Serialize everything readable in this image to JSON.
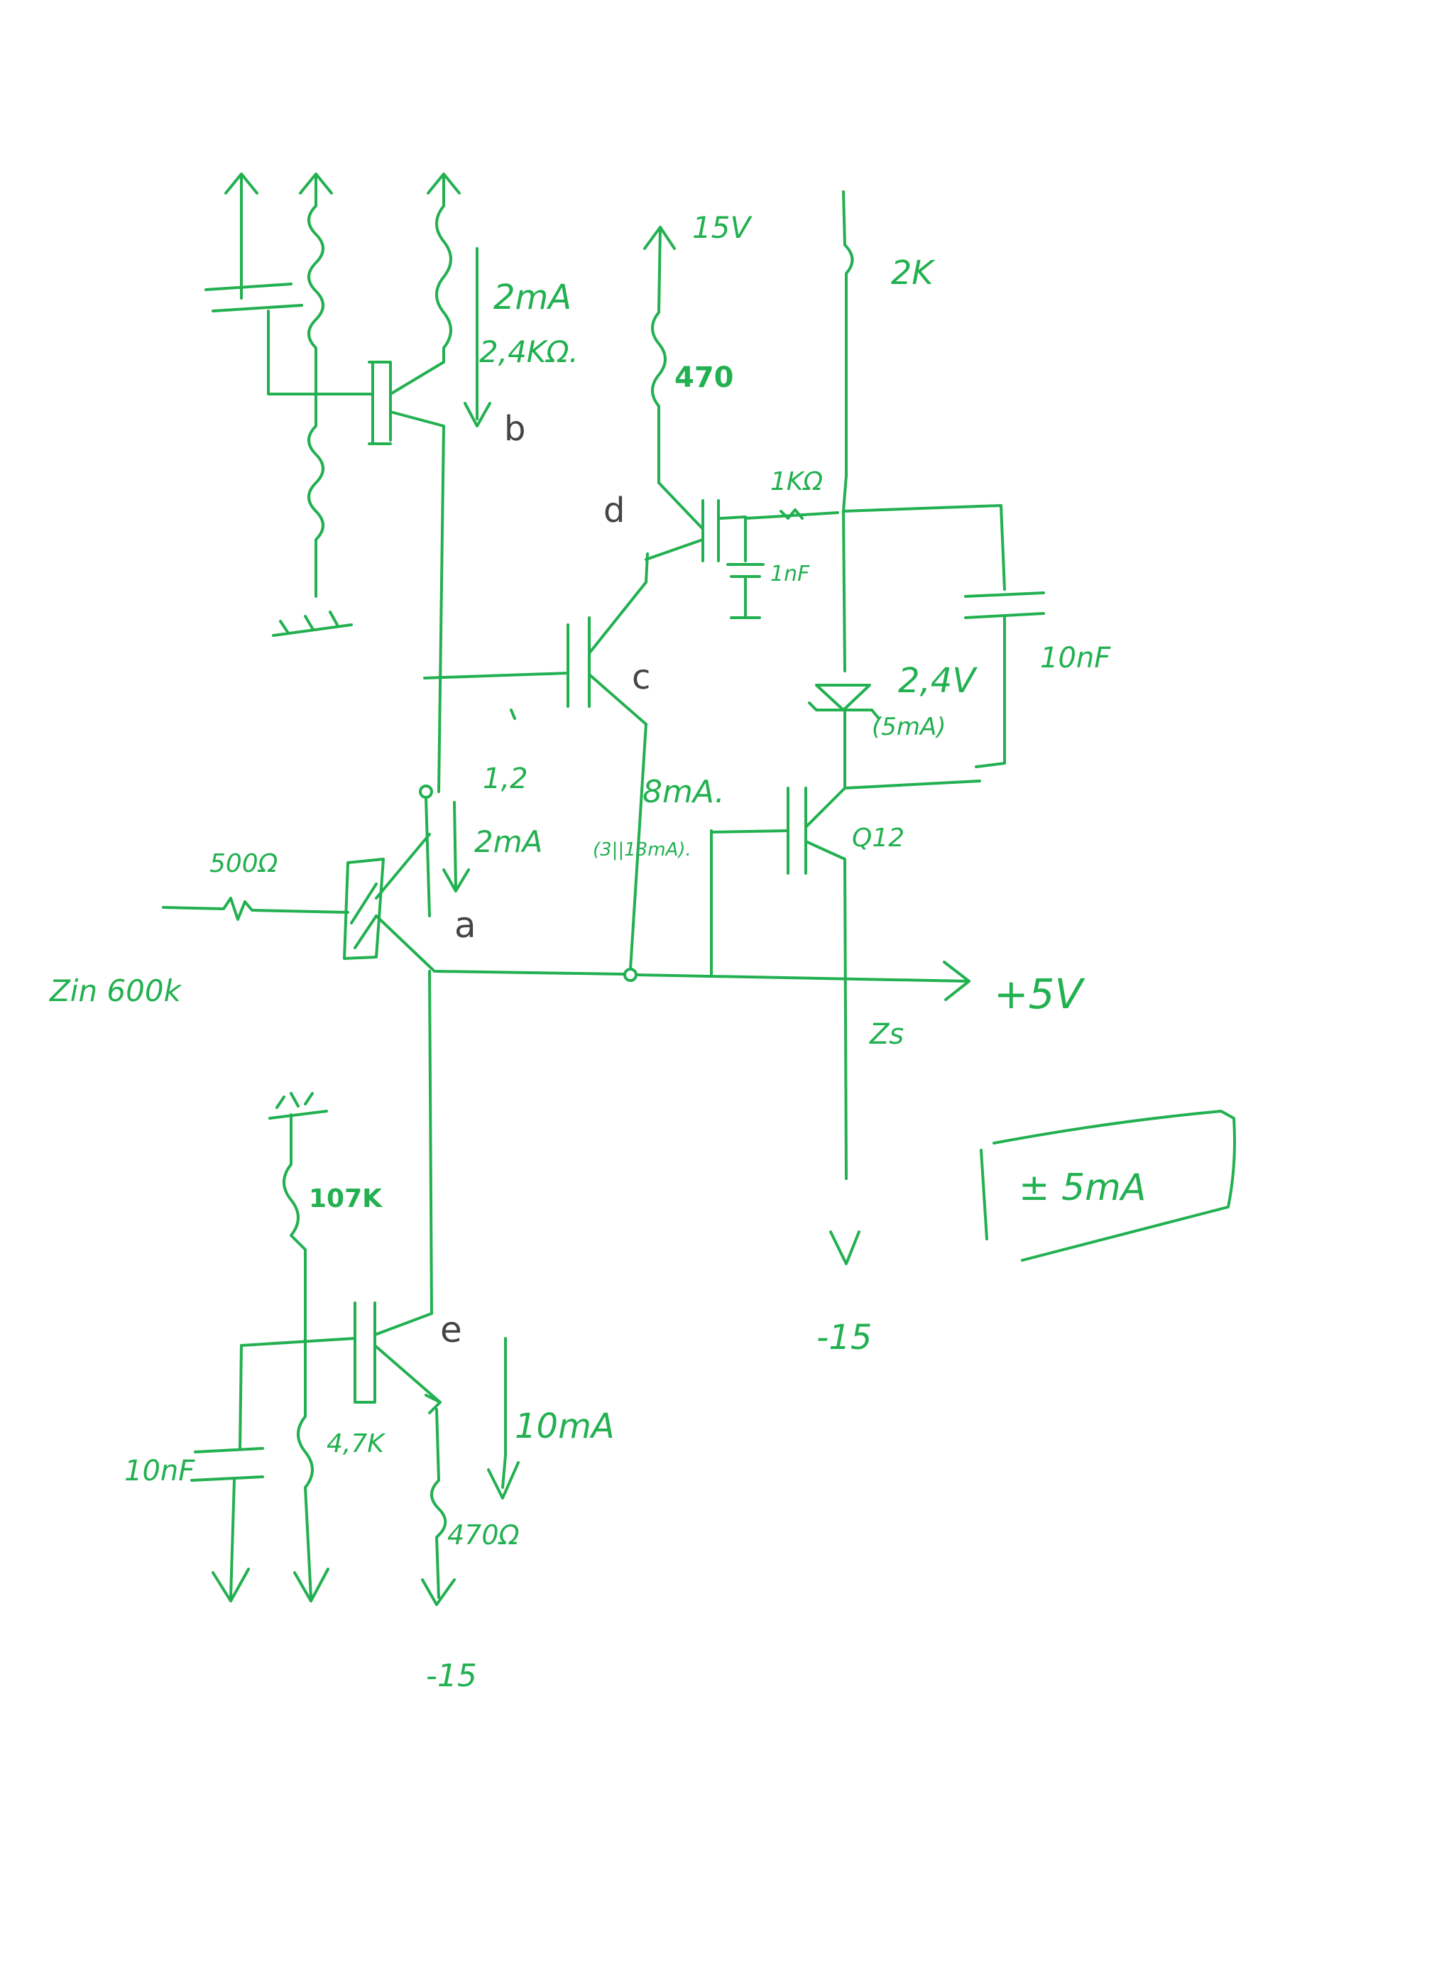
{
  "colors": {
    "ink": "#22b050",
    "pencil": "#444444",
    "paper": "#ffffff"
  },
  "labels": {
    "top_current": "2mA",
    "top_resistor": "2,4KΩ.",
    "node_b": "b",
    "supply_pos": "15V",
    "res_470_top": "470",
    "res_2k": "2K",
    "node_d": "d",
    "res_1k": "1KΩ",
    "cap_1nf": "1nF",
    "node_c": "c",
    "cap_10nf_right": "10nF",
    "zener_voltage": "2,4V",
    "zener_current": "(5mA)",
    "current_1_2": "1,2",
    "current_2ma": "2mA",
    "current_8ma": "8mA.",
    "current_split": "(3||13mA).",
    "q12": "Q12",
    "res_500": "500Ω",
    "node_a": "a",
    "zin": "Zin 600k",
    "output_voltage": "+5V",
    "zs": "Zs",
    "boxed_current": "± 5mA",
    "res_107k": "107K",
    "node_e": "e",
    "cap_10nf_left": "10nF",
    "res_47k": "4,7K",
    "current_10ma": "10mA",
    "res_470_bottom": "470Ω",
    "supply_neg_bottom": "-15",
    "supply_neg_right": "-15"
  }
}
